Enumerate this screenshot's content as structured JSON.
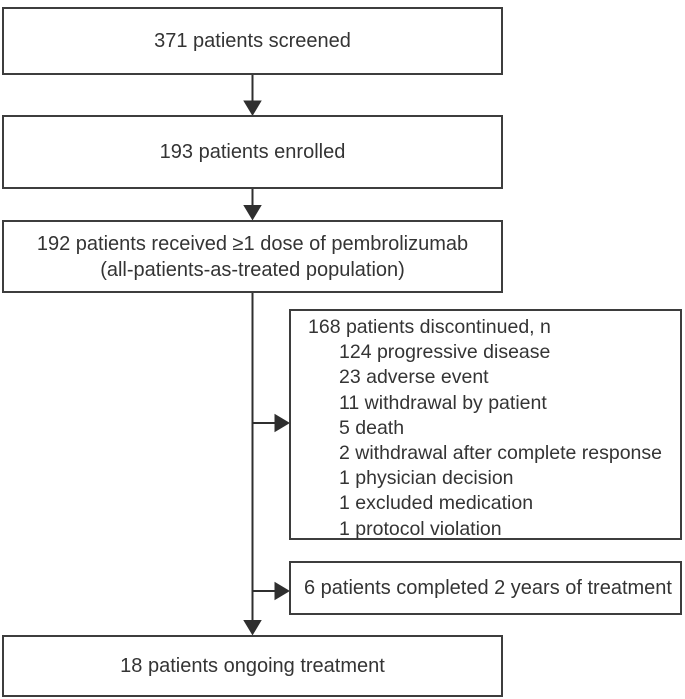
{
  "flowchart": {
    "title": "patient-disposition-flow-diagram",
    "boxes": {
      "screened": {
        "label": "371 patients screened"
      },
      "enrolled": {
        "label": "193 patients enrolled"
      },
      "treated": {
        "line1": "192 patients received ≥1 dose of pembrolizumab",
        "line2": "(all-patients-as-treated population)"
      },
      "discontinued": {
        "header": "168 patients discontinued, n",
        "items": [
          "124 progressive disease",
          "23 adverse event",
          "11 withdrawal by patient",
          "5 death",
          "2 withdrawal after complete response",
          "1 physician decision",
          "1 excluded medication",
          "1 protocol violation"
        ]
      },
      "completed": {
        "label": "6 patients completed 2 years of treatment"
      },
      "ongoing": {
        "label": "18 patients ongoing treatment"
      }
    },
    "colors": {
      "border": "#3d3d3d",
      "arrow": "#2f2f2f",
      "text": "#343434",
      "background": "#ffffff"
    }
  }
}
